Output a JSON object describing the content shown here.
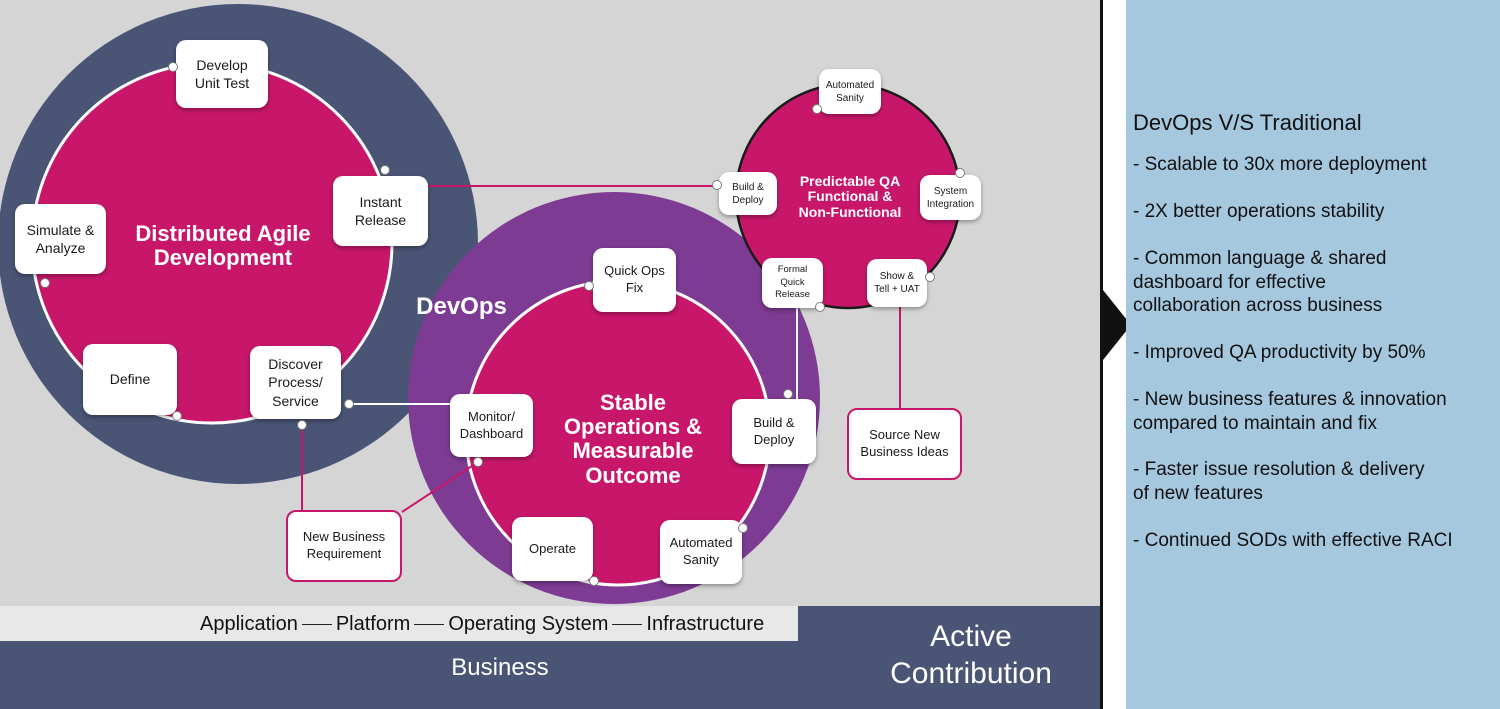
{
  "colors": {
    "gray_bg": "#d5d5d5",
    "navy": "#4a5475",
    "purple": "#7d3b93",
    "magenta": "#c8176a",
    "panel_blue": "#a6c8df"
  },
  "circles": {
    "agile": "Distributed Agile\nDevelopment",
    "devops": "DevOps",
    "stable": "Stable\nOperations &\nMeasurable\nOutcome",
    "qa": "Predictable QA\nFunctional &\nNon-Functional"
  },
  "nodes": {
    "develop_unit_test": "Develop\nUnit Test",
    "instant_release": "Instant\nRelease",
    "simulate_analyze": "Simulate &\nAnalyze",
    "define": "Define",
    "discover_process": "Discover\nProcess/\nService",
    "quick_ops_fix": "Quick Ops\nFix",
    "monitor_dashboard": "Monitor/\nDashboard",
    "build_deploy_ops": "Build &\nDeploy",
    "operate": "Operate",
    "automated_sanity_ops": "Automated\nSanity",
    "automated_sanity_qa": "Automated\nSanity",
    "build_deploy_qa": "Build &\nDeploy",
    "system_integration": "System\nIntegration",
    "formal_quick_release": "Formal\nQuick\nRelease",
    "show_tell_uat": "Show &\nTell + UAT",
    "new_business_requirement": "New Business\nRequirement",
    "source_new_business_ideas": "Source New\nBusiness Ideas"
  },
  "stack": [
    "Application",
    "Platform",
    "Operating System",
    "Infrastructure"
  ],
  "business_label": "Business",
  "active_contribution": "Active\nContribution",
  "panel": {
    "title": "DevOps V/S Traditional",
    "items": [
      "- Scalable to 30x more deployment",
      "- 2X better operations stability",
      "- Common language & shared\n   dashboard for effective\n   collaboration across business",
      "- Improved QA productivity by 50%",
      "- New business features & innovation\n  compared to maintain and fix",
      "- Faster issue resolution & delivery\n  of new features",
      "- Continued SODs with effective RACI"
    ]
  }
}
